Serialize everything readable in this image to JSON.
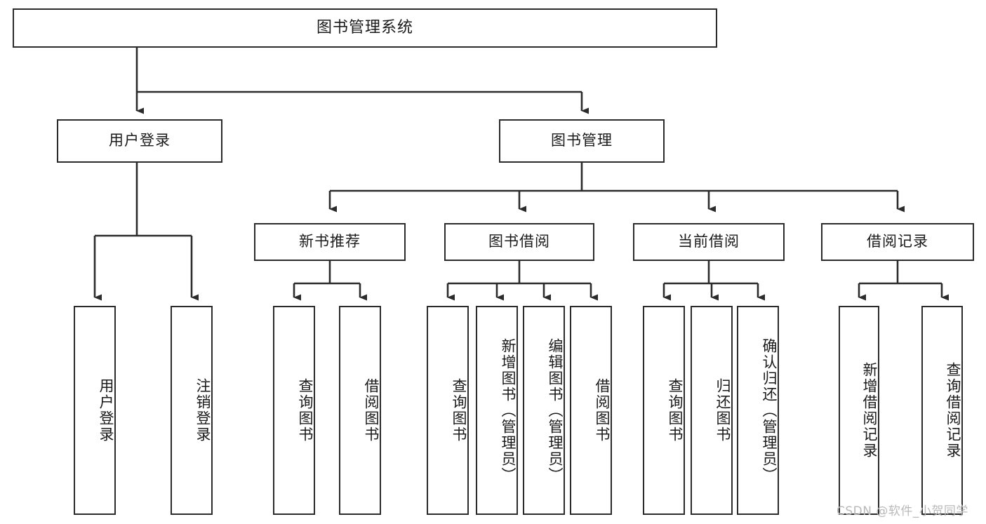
{
  "diagram": {
    "title": "图书管理系统",
    "colors": {
      "stroke": "#2b2b2b",
      "fill": "#ffffff",
      "text": "#1a1a1a",
      "watermark": "#b9b9b9"
    },
    "nodes": {
      "root": {
        "label": "图书管理系统"
      },
      "level2": [
        {
          "id": "user-login",
          "label": "用户登录"
        },
        {
          "id": "book-manage",
          "label": "图书管理"
        }
      ],
      "level3": [
        {
          "id": "new-book-recommend",
          "label": "新书推荐"
        },
        {
          "id": "book-borrow",
          "label": "图书借阅"
        },
        {
          "id": "current-borrow",
          "label": "当前借阅"
        },
        {
          "id": "borrow-record",
          "label": "借阅记录"
        }
      ],
      "leaves": {
        "user-login": [
          {
            "id": "leaf-user-login",
            "label": "用户登录"
          },
          {
            "id": "leaf-logout-login",
            "label": "注销登录"
          }
        ],
        "new-book-recommend": [
          {
            "id": "leaf-query-book-1",
            "label": "查询图书"
          },
          {
            "id": "leaf-borrow-book-1",
            "label": "借阅图书"
          }
        ],
        "book-borrow": [
          {
            "id": "leaf-query-book-2",
            "label": "查询图书"
          },
          {
            "id": "leaf-add-book",
            "label": "新增图书（管理员）"
          },
          {
            "id": "leaf-edit-book",
            "label": "编辑图书（管理员）"
          },
          {
            "id": "leaf-borrow-book-2",
            "label": "借阅图书"
          }
        ],
        "current-borrow": [
          {
            "id": "leaf-query-book-3",
            "label": "查询图书"
          },
          {
            "id": "leaf-return-book",
            "label": "归还图书"
          },
          {
            "id": "leaf-confirm-return",
            "label": "确认归还（管理员）"
          }
        ],
        "borrow-record": [
          {
            "id": "leaf-add-borrow-record",
            "label": "新增借阅记录"
          },
          {
            "id": "leaf-query-borrow-record",
            "label": "查询借阅记录"
          }
        ]
      }
    },
    "watermark": "CSDN @软件_小贺同学"
  }
}
